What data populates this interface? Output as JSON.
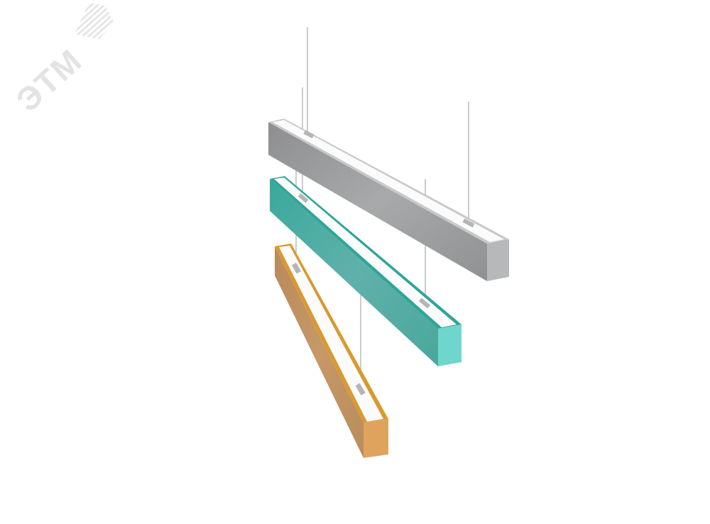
{
  "watermark": {
    "text": "ЭТМ",
    "color": "#e3e3e3"
  },
  "products": [
    {
      "name": "silver-linear-pendant-luminaire",
      "color": "#a9a9ab"
    },
    {
      "name": "teal-linear-pendant-luminaire",
      "color": "#4fb3a9"
    },
    {
      "name": "orange-linear-pendant-luminaire",
      "color": "#c9965f"
    }
  ]
}
